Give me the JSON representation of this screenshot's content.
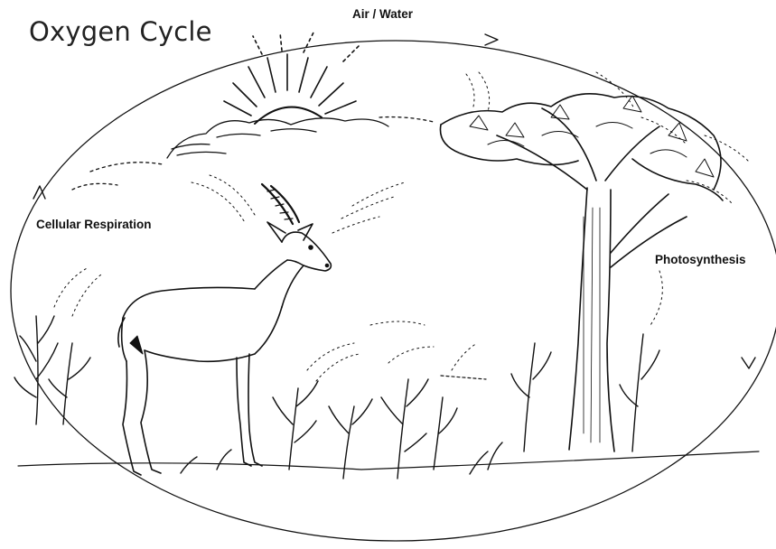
{
  "diagram": {
    "title": "Oxygen Cycle",
    "labels": {
      "top": "Air / Water",
      "left": "Cellular Respiration",
      "right": "Photosynthesis"
    },
    "icons": [
      "sun-icon",
      "cloud-icon",
      "gazelle-illustration",
      "tree-illustration",
      "shrub-illustration",
      "cycle-arrow-icon"
    ],
    "line_color": "#111111"
  }
}
